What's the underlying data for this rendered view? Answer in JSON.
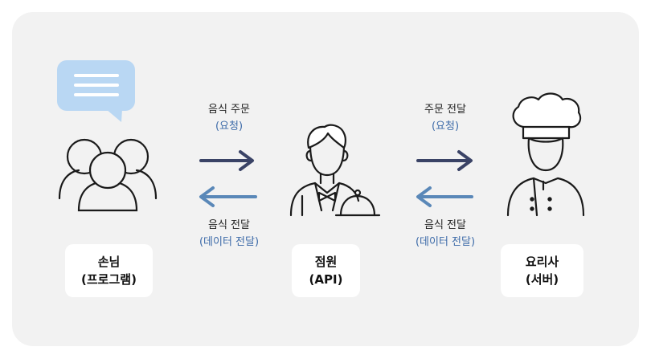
{
  "colors": {
    "panel": "#f2f2f2",
    "arrow_request": "#3a4366",
    "arrow_response": "#5a88b8",
    "caption_accent": "#3c6aa8",
    "bubble": "#b9d7f3"
  },
  "nodes": {
    "customer": {
      "title": "손님",
      "subtitle": "(프로그램)",
      "icon": "people-icon"
    },
    "waiter": {
      "title": "점원",
      "subtitle": "(API)",
      "icon": "waiter-icon"
    },
    "chef": {
      "title": "요리사",
      "subtitle": "(서버)",
      "icon": "chef-icon"
    }
  },
  "flows": {
    "order": {
      "line1": "음식 주문",
      "line2": "(요청)"
    },
    "order_relay": {
      "line1": "주문 전달",
      "line2": "(요청)"
    },
    "food_back_to_customer": {
      "line1": "음식 전달",
      "line2": "(데이터 전달)"
    },
    "food_back_to_waiter": {
      "line1": "음식 전달",
      "line2": "(데이터 전달)"
    }
  }
}
